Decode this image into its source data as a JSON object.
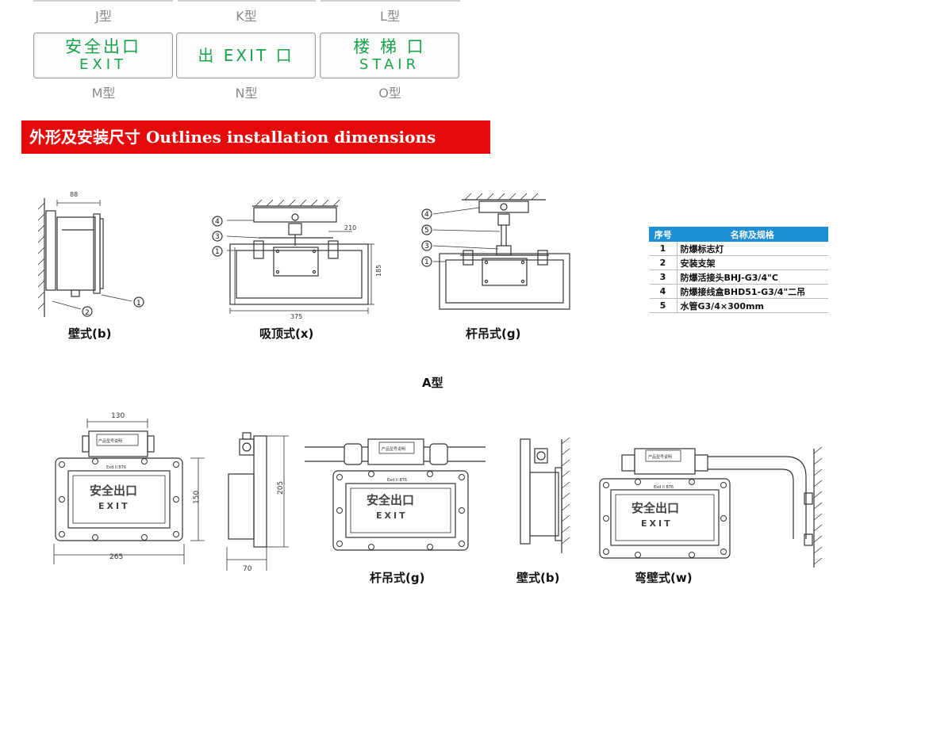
{
  "top_signs": {
    "row1_labels": [
      "J型",
      "K型",
      "L型"
    ],
    "signs": [
      {
        "line1": "安全出口",
        "line2": "EXIT",
        "label": "M型"
      },
      {
        "line1": "出 EXIT 口",
        "line2": "",
        "label": "N型"
      },
      {
        "line1": "楼 梯 口",
        "line2": "STAIR",
        "label": "O型"
      }
    ],
    "sign_color": "#19a34a"
  },
  "section_header": {
    "text": "外形及安装尺寸  Outlines  installation dimensions",
    "background": "#e60b0b"
  },
  "diagram_a": {
    "views": [
      {
        "caption": "壁式(b)",
        "dims": [
          "88"
        ],
        "callouts": [
          "1",
          "2"
        ]
      },
      {
        "caption": "吸顶式(x)",
        "dims": [
          "210",
          "185",
          "375"
        ],
        "callouts": [
          "4",
          "3",
          "1"
        ]
      },
      {
        "caption": "杆吊式(g)",
        "dims": [],
        "callouts": [
          "4",
          "5",
          "3",
          "1"
        ]
      }
    ],
    "type_label": "A型"
  },
  "parts_table": {
    "headers": [
      "序号",
      "名称及规格"
    ],
    "header_color": "#1e8fd6",
    "rows": [
      {
        "no": "1",
        "name": "防爆标志灯"
      },
      {
        "no": "2",
        "name": "安装支架"
      },
      {
        "no": "3",
        "name": "防爆活接头BHJ-G3/4\"C"
      },
      {
        "no": "4",
        "name": "防爆接线盒BHD51-G3/4\"二吊"
      },
      {
        "no": "5",
        "name": "水管G3/4×300mm"
      }
    ]
  },
  "diagram_b": {
    "sign_text": {
      "cn": "安全出口",
      "en": "EXIT"
    },
    "small_labels": {
      "box": "产品型号说明",
      "plate": "Exd II BT6"
    },
    "dims": {
      "top_width": "130",
      "height": "150",
      "width": "265",
      "side_height": "205",
      "depth": "70"
    },
    "captions": [
      "杆吊式(g)",
      "壁式(b)",
      "弯壁式(w)"
    ]
  }
}
